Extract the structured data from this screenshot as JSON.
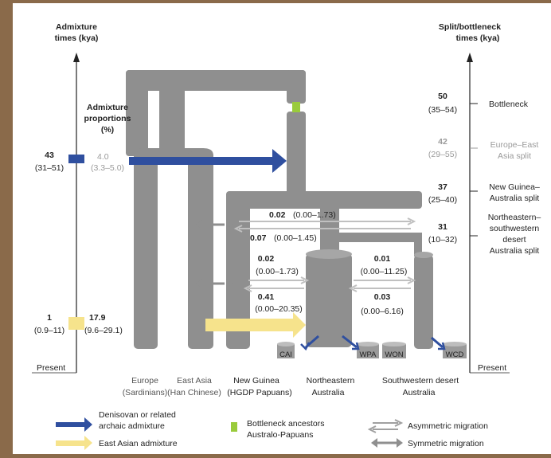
{
  "axes": {
    "left_title_line1": "Admixture",
    "left_title_line2": "times (kya)",
    "right_title_line1": "Split/bottleneck",
    "right_title_line2": "times (kya)",
    "left_present": "Present",
    "right_present": "Present"
  },
  "admixture_props_title": [
    "Admixture",
    "proportions",
    "(%)"
  ],
  "left_events": [
    {
      "time": "43",
      "ci": "(31–51)",
      "prop": "4.0",
      "prop_ci": "(3.3–5.0)"
    },
    {
      "time": "1",
      "ci": "(0.9–11)",
      "prop": "17.9",
      "prop_ci": "(9.6–29.1)"
    }
  ],
  "right_events": [
    {
      "time": "50",
      "ci": "(35–54)",
      "label": [
        "Bottleneck"
      ]
    },
    {
      "time": "42",
      "ci": "(29–55)",
      "label": [
        "Europe–East",
        "Asia split"
      ]
    },
    {
      "time": "37",
      "ci": "(25–40)",
      "label": [
        "New Guinea–",
        "Australia split"
      ]
    },
    {
      "time": "31",
      "ci": "(10–32)",
      "label": [
        "Northeastern–",
        "southwestern",
        "desert",
        "Australia split"
      ]
    }
  ],
  "migration": {
    "m1": {
      "bold": "0.02",
      "ci": "(0.00–1.73)"
    },
    "m2": {
      "bold": "0.07",
      "ci": "(0.00–1.45)"
    },
    "m3": {
      "bold": "0.02",
      "ci": "(0.00–1.73)"
    },
    "m4": {
      "bold": "0.41",
      "ci": "(0.00–20.35)"
    },
    "m5": {
      "bold": "0.01",
      "ci": "(0.00–11.25)"
    },
    "m6": {
      "bold": "0.03",
      "ci": "(0.00–6.16)"
    }
  },
  "populations": [
    {
      "line1": "Europe",
      "line2": "(Sardinians)"
    },
    {
      "line1": "East Asia",
      "line2": "(Han Chinese)"
    },
    {
      "line1": "New Guinea",
      "line2": "(HGDP Papuans)"
    },
    {
      "line1": "Northeastern",
      "line2": "Australia"
    },
    {
      "line1": "Southwestern desert",
      "line2": "Australia"
    }
  ],
  "subpops": [
    "CAI",
    "WPA",
    "WON",
    "WCD"
  ],
  "legend": {
    "denisovan": [
      "Denisovan or related",
      "archaic admixture"
    ],
    "eastasian": "East Asian admixture",
    "bottleneck": [
      "Bottleneck ancestors",
      "Australo-Papuans"
    ],
    "asym": "Asymmetric migration",
    "sym": "Symmetric migration"
  },
  "colors": {
    "tree": "#8f8f8f",
    "blue": "#2f4f9f",
    "yellow": "#f6e38c",
    "green": "#9acb3c",
    "arrow_gray": "#b4b4b4",
    "background": "#ffffff"
  }
}
